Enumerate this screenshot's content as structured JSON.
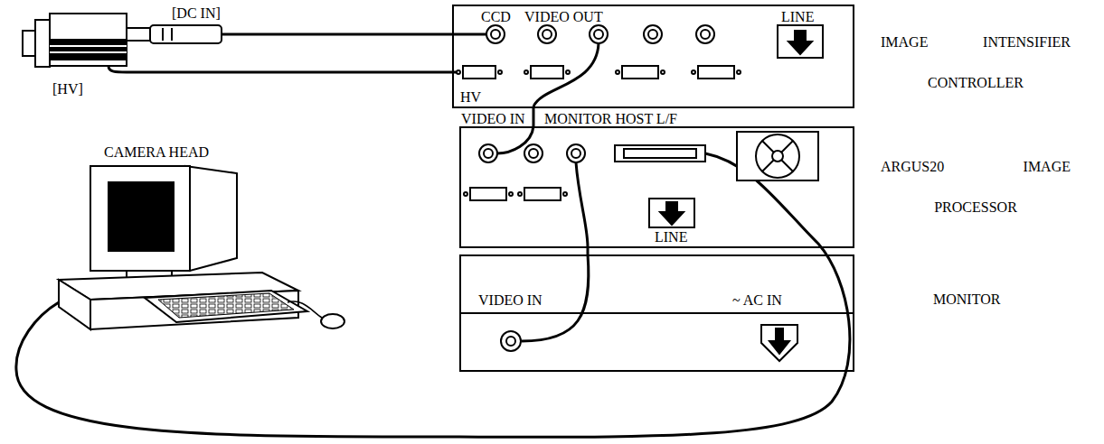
{
  "diagram": {
    "nodes": [
      {
        "text": [
          "[DC IN]",
          "[HV]",
          "CAMERA HEAD"
        ]
      },
      {
        "text": [
          "CCD",
          "VIDEO OUT",
          "LINE",
          "HV",
          "IMAGE INTENSIFIER CONTROLLER"
        ]
      },
      {
        "text": [
          "VIDEO IN",
          "MONITOR HOST L/F",
          "LINE",
          "ARGUS20 IMAGE PROCESSOR"
        ]
      },
      {
        "text": [
          "VIDEO IN",
          "~ AC IN",
          "MONITOR"
        ]
      }
    ],
    "edges": [
      {
        "from": 0,
        "to": 1,
        "arrow": "none"
      },
      {
        "from": 0,
        "to": 1,
        "arrow": "none"
      },
      {
        "from": 1,
        "to": 2,
        "arrow": "none"
      },
      {
        "from": 2,
        "to": 3,
        "arrow": "none"
      }
    ]
  }
}
